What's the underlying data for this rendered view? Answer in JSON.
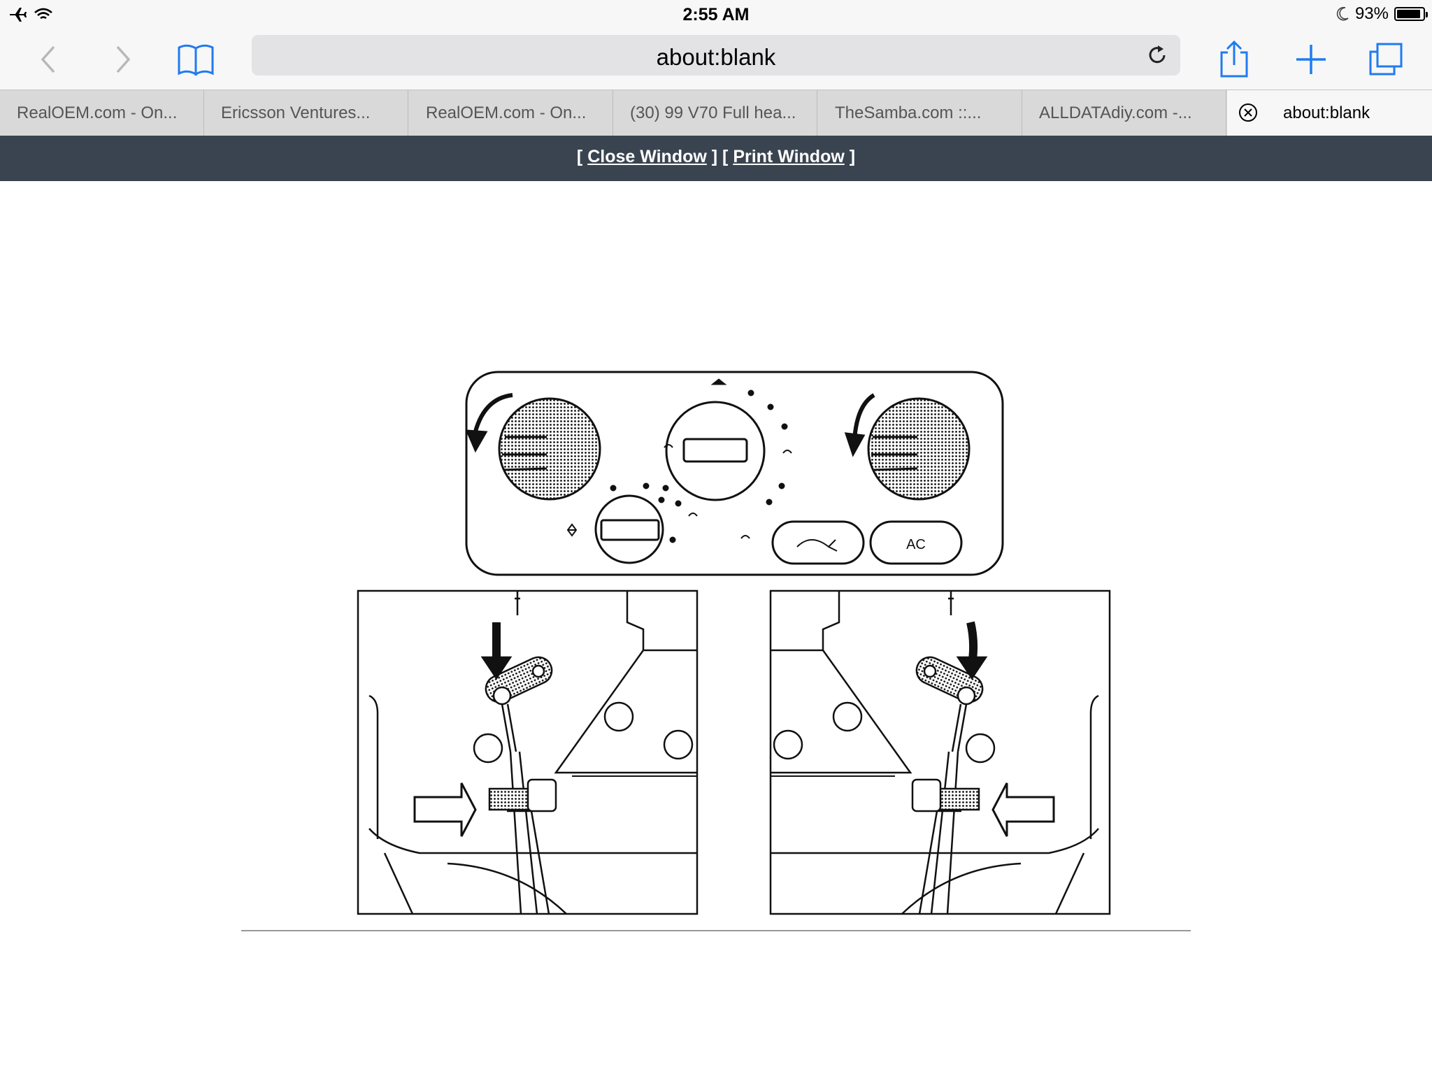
{
  "status": {
    "time": "2:55 AM",
    "battery": "93%",
    "battery_level": 0.93
  },
  "toolbar": {
    "url": "about:blank"
  },
  "tabs": [
    {
      "label": "RealOEM.com - On..."
    },
    {
      "label": "Ericsson Ventures..."
    },
    {
      "label": "RealOEM.com - On..."
    },
    {
      "label": "(30) 99 V70 Full hea..."
    },
    {
      "label": "TheSamba.com ::..."
    },
    {
      "label": "ALLDATAdiy.com -..."
    },
    {
      "label": "about:blank"
    }
  ],
  "page": {
    "header": {
      "open1": "[ ",
      "close_label": "Close Window",
      "mid": " ] [ ",
      "print_label": "Print Window",
      "close2": " ]"
    },
    "figure": {
      "ac_label": "AC"
    }
  }
}
